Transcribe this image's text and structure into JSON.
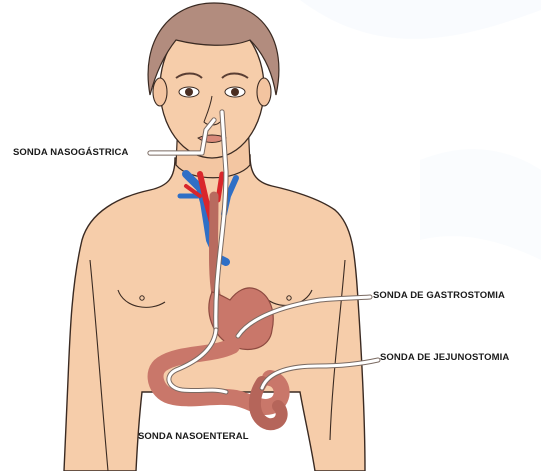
{
  "labels": {
    "nasogastric": "SONDA NASOGÁSTRICA",
    "gastrostomy": "SONDA DE GASTROSTOMIA",
    "jejunostomy": "SONDA DE JEJUNOSTOMIA",
    "nasoenteral": "SONDA NASOENTERAL"
  },
  "colors": {
    "skin": "#f6cdaa",
    "skin_shadow": "#e8b590",
    "hair": "#b28c7e",
    "outline": "#3a2a22",
    "artery": "#d9262b",
    "vein": "#2f6fc6",
    "stomach": "#c9776a",
    "stomach_dark": "#a9564b",
    "tube": "#ffffff",
    "lips": "#d98a7a"
  }
}
